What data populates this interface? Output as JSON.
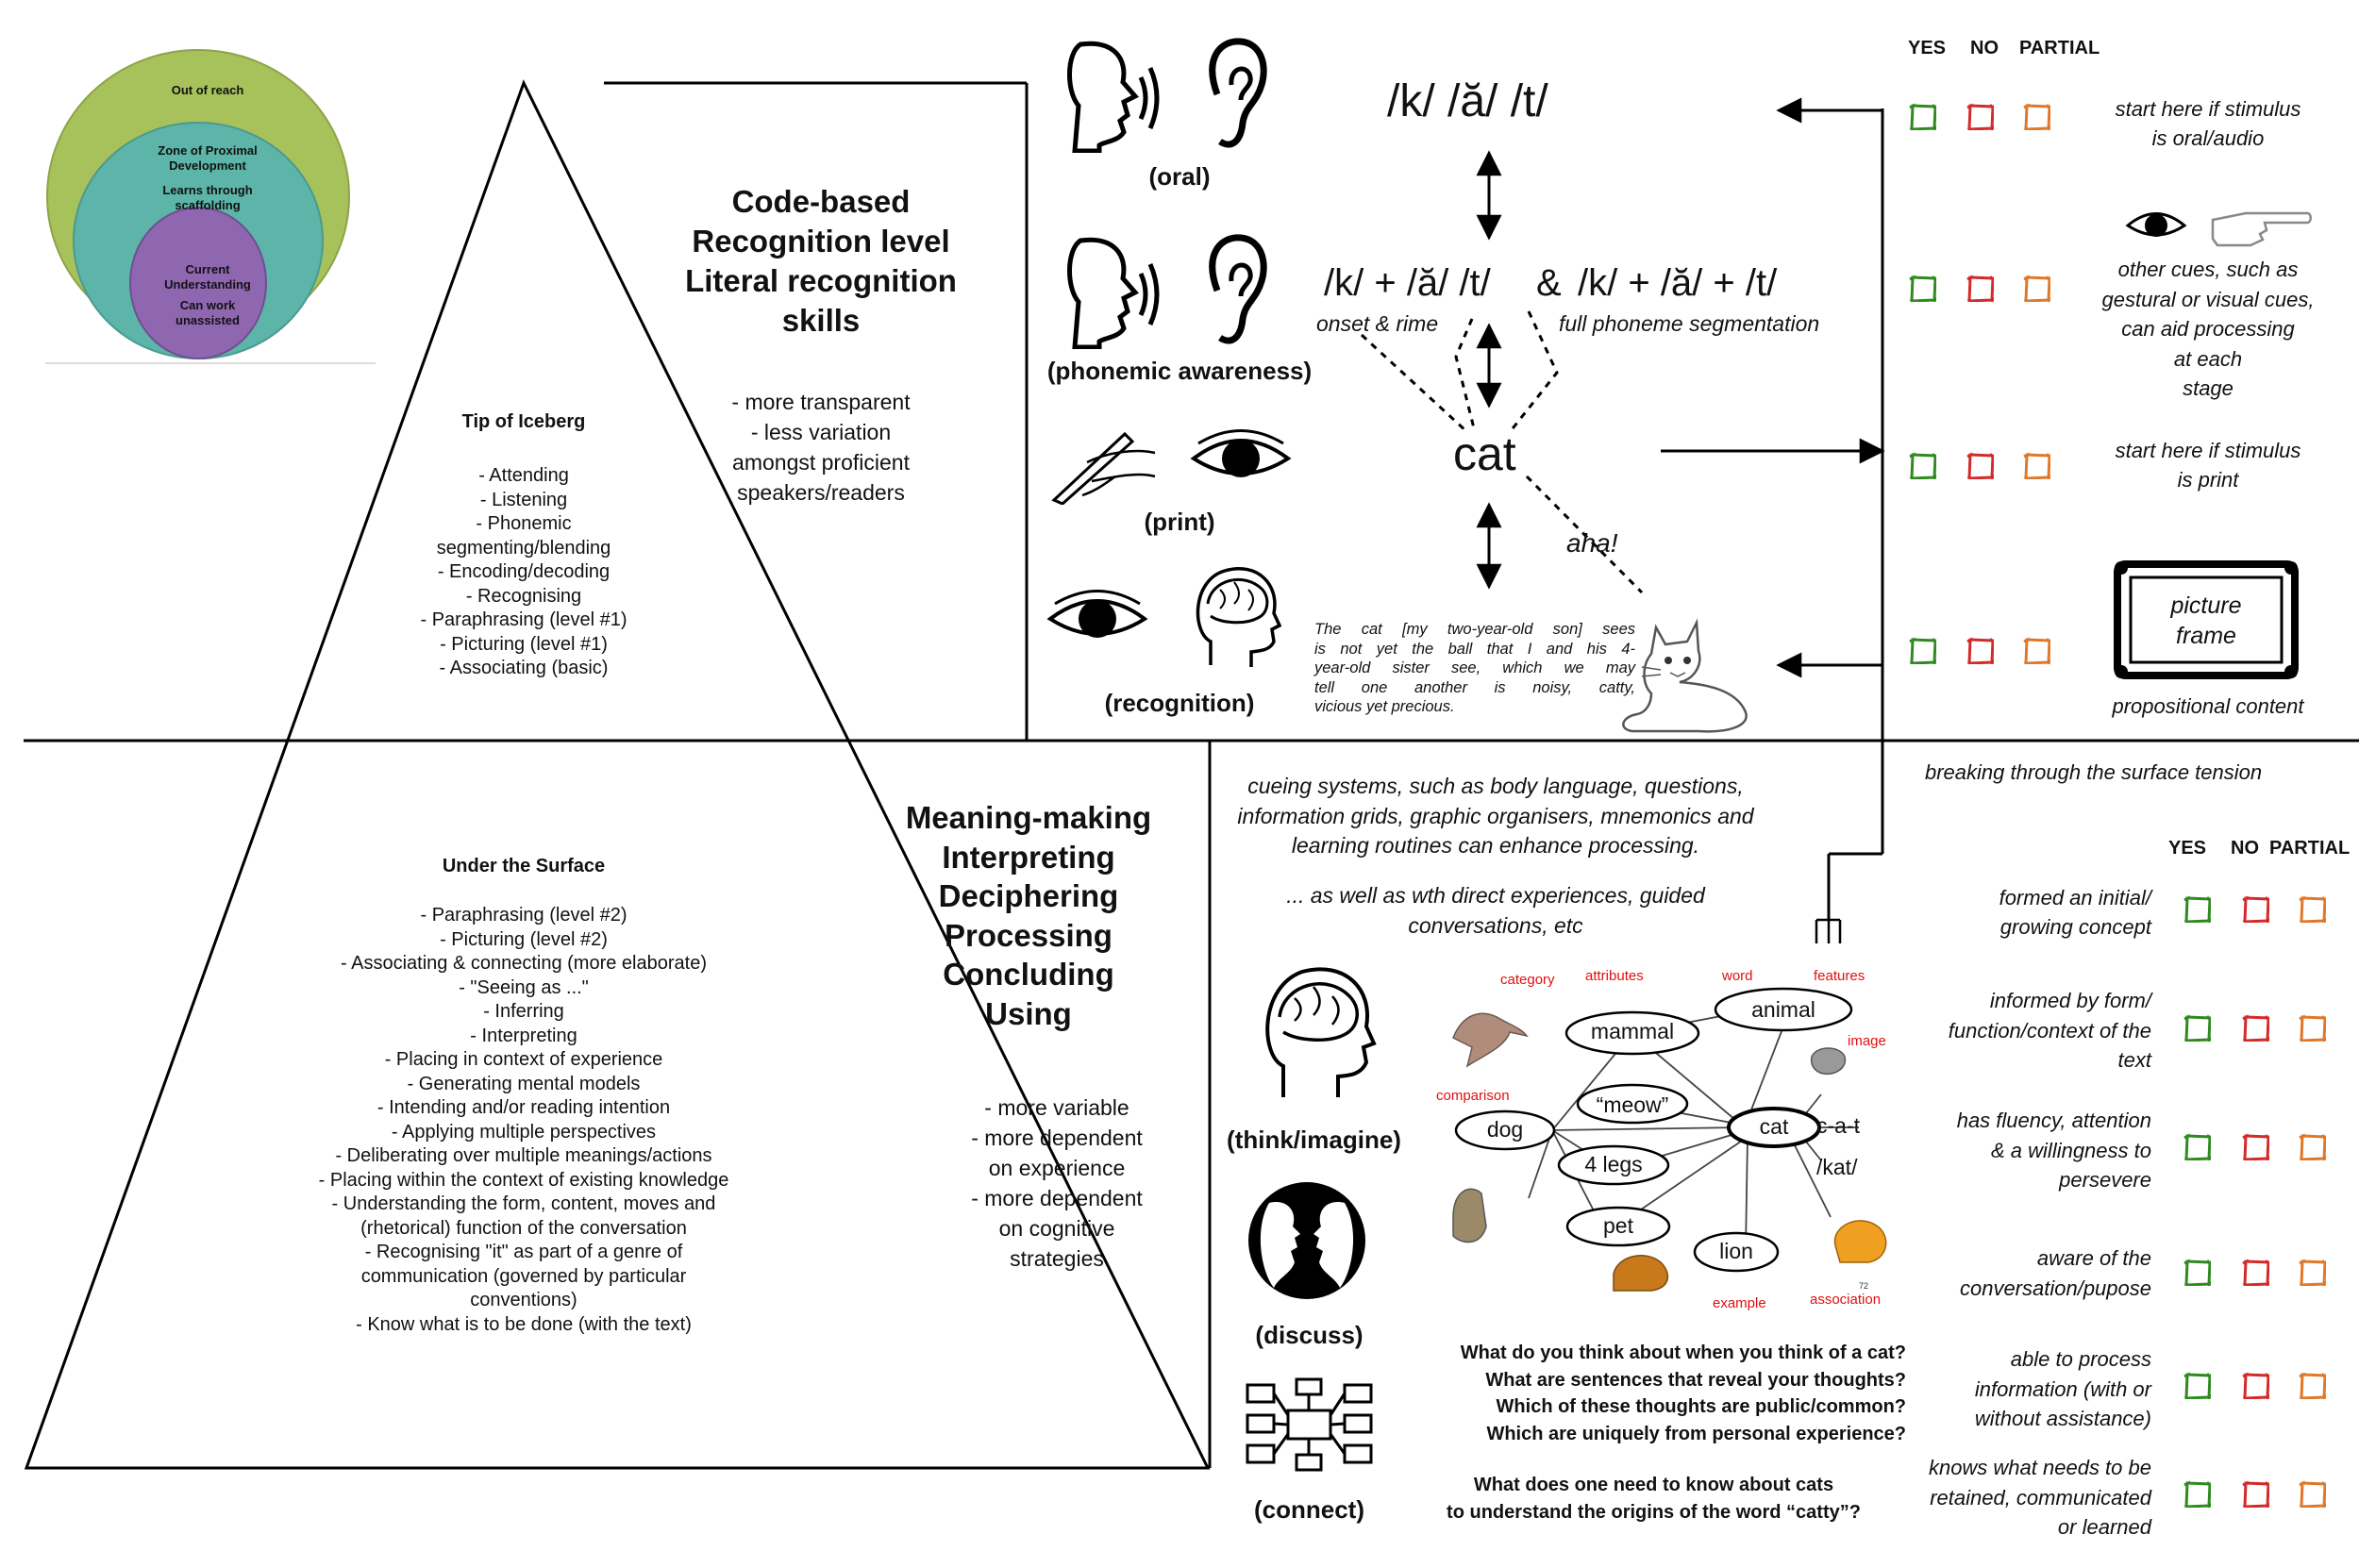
{
  "zpd": {
    "outer": "Out of reach",
    "middle_title": "Zone of Proximal Development",
    "middle_sub": "Learns through scaffolding",
    "inner_title": "Current Understanding",
    "inner_sub": "Can work unassisted",
    "colors": {
      "outer": "#a7c25a",
      "middle": "#5cb5a8",
      "inner": "#8f67b0"
    }
  },
  "tip": {
    "title": "Tip of Iceberg",
    "items": [
      "- Attending",
      "- Listening",
      "- Phonemic",
      "segmenting/blending",
      "- Encoding/decoding",
      "- Recognising",
      "- Paraphrasing (level #1)",
      "- Picturing (level #1)",
      "- Associating (basic)"
    ]
  },
  "under": {
    "title": "Under the Surface",
    "items": [
      "- Paraphrasing (level #2)",
      "- Picturing (level #2)",
      "- Associating & connecting (more elaborate)",
      "- \"Seeing as ...\"",
      "- Inferring",
      "- Interpreting",
      "- Placing in context of experience",
      "- Generating mental models",
      "- Intending and/or reading intention",
      "- Applying multiple perspectives",
      "- Deliberating over multiple meanings/actions",
      "- Placing within the context of existing knowledge",
      "- Understanding the form, content, moves and",
      "(rhetorical) function of the conversation",
      "- Recognising \"it\" as part of a genre of",
      "communication (governed by particular",
      "conventions)",
      "- Know what is to be done (with the text)"
    ]
  },
  "code_based": {
    "heading": [
      "Code-based",
      "Recognition level",
      "Literal recognition",
      "skills"
    ],
    "notes": [
      "- more transparent",
      "- less variation",
      "amongst proficient",
      "speakers/readers"
    ]
  },
  "meaning": {
    "heading": [
      "Meaning-making",
      "Interpreting",
      "Deciphering",
      "Processing",
      "Concluding",
      "Using"
    ],
    "notes": [
      "- more variable",
      "- more dependent",
      "on experience",
      "- more dependent",
      "on cognitive",
      "strategies"
    ]
  },
  "icon_labels": {
    "oral": "(oral)",
    "phonemic": "(phonemic awareness)",
    "print": "(print)",
    "recognition": "(recognition)",
    "think": "(think/imagine)",
    "discuss": "(discuss)",
    "connect": "(connect)"
  },
  "phonics": {
    "phonemes": "/k/ /ă/ /t/",
    "onset_rime": "/k/ + /ă/ /t/",
    "amp": "&",
    "full_seg": "/k/ + /ă/ + /t/",
    "onset_label": "onset & rime",
    "full_label": "full phoneme segmentation",
    "word": "cat",
    "aha": "aha!",
    "quote": [
      "The cat [my two-year-old son] sees",
      "is not yet the ball that I and his 4-",
      "year-old sister see, which we may",
      "tell one another is noisy, catty,",
      "vicious yet precious."
    ]
  },
  "checks_top": {
    "headers": [
      "YES",
      "NO",
      "PARTIAL"
    ],
    "rows": [
      [
        "start here if stimulus",
        "is oral/audio"
      ],
      [
        "other cues, such as",
        "gestural or visual cues,",
        "can aid processing",
        "at each",
        "stage"
      ],
      [
        "start here if stimulus",
        "is print"
      ],
      [
        "propositional content"
      ]
    ],
    "picture_frame": [
      "picture",
      "frame"
    ]
  },
  "surface": "breaking through the surface tension",
  "cueing": {
    "lines": [
      "cueing systems, such as body language, questions,",
      "information grids, graphic organisers, mnemonics and",
      "learning routines can enhance processing."
    ],
    "lines2": [
      "... as well as wth direct experiences, guided",
      "conversations, etc"
    ]
  },
  "checks_bottom": {
    "headers": [
      "YES",
      "NO",
      "PARTIAL"
    ],
    "rows": [
      [
        "formed an initial/",
        "growing concept"
      ],
      [
        "informed by form/",
        "function/context of the",
        "text"
      ],
      [
        "has fluency, attention",
        "& a willingness to",
        "persevere"
      ],
      [
        "aware of the",
        "conversation/pupose"
      ],
      [
        "able to process",
        "information (with or",
        "without assistance)"
      ],
      [
        "knows what needs to be",
        "retained, communicated",
        "or learned"
      ]
    ]
  },
  "concept_map": {
    "nodes": {
      "animal": "animal",
      "mammal": "mammal",
      "meow": "“meow”",
      "cat": "cat",
      "dog": "dog",
      "legs": "4 legs",
      "pet": "pet",
      "lion": "lion",
      "cat_spelled": "c-a-t",
      "kat": "/kat/"
    },
    "labels": {
      "category": "category",
      "attributes": "attributes",
      "word": "word",
      "features": "features",
      "image": "image",
      "comparison": "comparison",
      "example": "example",
      "association": "association",
      "small_num": "72"
    }
  },
  "questions": {
    "block1": [
      "What do you think about when you think of a cat?",
      "What are sentences that reveal your thoughts?",
      "Which of these thoughts are public/common?",
      "Which are uniquely from personal experience?"
    ],
    "block2": [
      "What does one need to know about cats",
      "to understand the origins of the word “catty”?"
    ]
  },
  "colors": {
    "yes": "#2f8a1f",
    "no": "#d42a2a",
    "partial": "#e0782a"
  }
}
